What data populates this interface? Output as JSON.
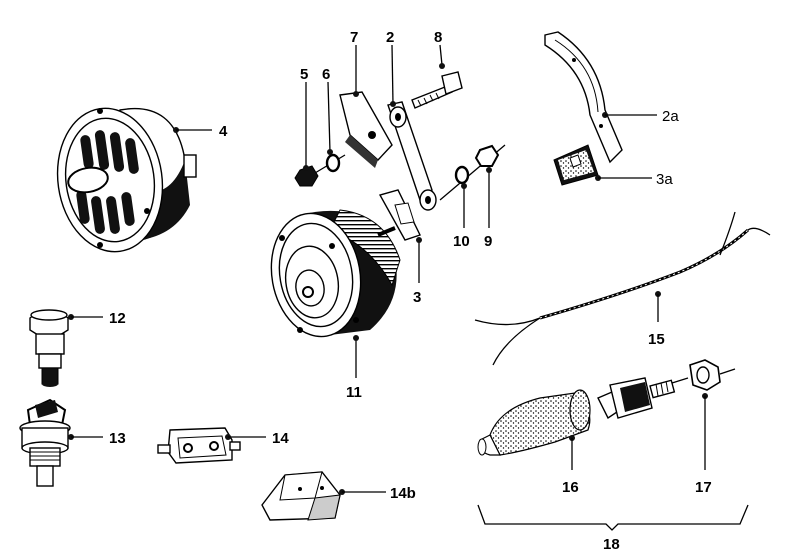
{
  "diagram": {
    "labels": {
      "p4": "4",
      "p5": "5",
      "p6": "6",
      "p7": "7",
      "p2": "2",
      "p8": "8",
      "p2a": "2a",
      "p3a": "3a",
      "p10": "10",
      "p9": "9",
      "p3": "3",
      "p11": "11",
      "p12": "12",
      "p13": "13",
      "p14": "14",
      "p14b": "14b",
      "p15": "15",
      "p16": "16",
      "p17": "17",
      "p18": "18"
    }
  }
}
